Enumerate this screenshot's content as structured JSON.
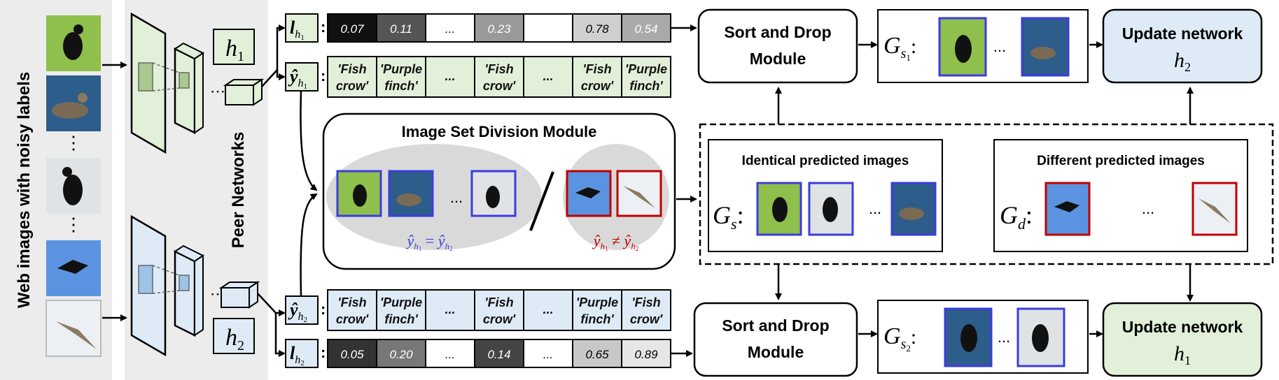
{
  "left_panel": {
    "title": "Web images with noisy labels",
    "dots": "⋮"
  },
  "peer_networks": {
    "label": "Peer Networks",
    "h1": "h",
    "h1_sub": "1",
    "h2": "h",
    "h2_sub": "2",
    "dots": "⋯"
  },
  "loss_h1": {
    "symbol": "l",
    "sub": "h",
    "subsub": "1",
    "values": [
      "0.07",
      "0.11",
      "...",
      "0.23",
      "",
      "0.78",
      "0.54"
    ],
    "shades": [
      "#111111",
      "#555555",
      "#ffffff",
      "#999999",
      "#ffffff",
      "#d0d0d0",
      "#aaaaaa"
    ]
  },
  "pred_h1": {
    "symbol": "ŷ",
    "sub": "h",
    "subsub": "1",
    "cells": [
      [
        "'Fish",
        "crow'"
      ],
      [
        "'Purple",
        "finch'"
      ],
      [
        "...",
        ""
      ],
      [
        "'Fish",
        "crow'"
      ],
      [
        "...",
        ""
      ],
      [
        "'Fish",
        "crow'"
      ],
      [
        "'Purple",
        "finch'"
      ]
    ]
  },
  "pred_h2": {
    "symbol": "ŷ",
    "sub": "h",
    "subsub": "2",
    "cells": [
      [
        "'Fish",
        "crow'"
      ],
      [
        "'Purple",
        "finch'"
      ],
      [
        "...",
        ""
      ],
      [
        "'Fish",
        "crow'"
      ],
      [
        "...",
        ""
      ],
      [
        "'Purple",
        "finch'"
      ],
      [
        "'Fish",
        "crow'"
      ]
    ]
  },
  "loss_h2": {
    "symbol": "l",
    "sub": "h",
    "subsub": "2",
    "values": [
      "0.05",
      "0.20",
      "...",
      "0.14",
      "...",
      "0.65",
      "0.89"
    ],
    "shades": [
      "#333333",
      "#777777",
      "#ffffff",
      "#444444",
      "#ffffff",
      "#c8c8c8",
      "#e6e6e6"
    ]
  },
  "division": {
    "title": "Image Set Division Module",
    "dots": "...",
    "eq_label": "ŷ",
    "neq_label": "ŷ"
  },
  "sort_drop_top": {
    "line1": "Sort and Drop",
    "line2": "Module"
  },
  "sort_drop_bottom": {
    "line1": "Sort and Drop",
    "line2": "Module"
  },
  "gs1": {
    "symbol": "G",
    "sub": "s",
    "subsub": "1",
    "colon": ":",
    "dots": "..."
  },
  "gs2": {
    "symbol": "G",
    "sub": "s",
    "subsub": "2",
    "colon": ":",
    "dots": "..."
  },
  "update_top": {
    "line1": "Update network",
    "net": "h",
    "net_sub": "2"
  },
  "update_bottom": {
    "line1": "Update network",
    "net": "h",
    "net_sub": "1"
  },
  "identical": {
    "title": "Identical predicted images",
    "symbol": "G",
    "sub": "s",
    "colon": ":",
    "dots": "..."
  },
  "different": {
    "title": "Different predicted images",
    "symbol": "G",
    "sub": "d",
    "colon": ":",
    "dots": "..."
  },
  "colors": {
    "green_fill": "#e2efd9",
    "blue_fill": "#deebf7",
    "gray_panel": "#ececec",
    "ellipse_gray": "#d9d9d9",
    "blue_frame": "#3c3cdc",
    "red_frame": "#c00000",
    "eq_color": "#3c3cdc",
    "neq_color": "#c00000"
  }
}
